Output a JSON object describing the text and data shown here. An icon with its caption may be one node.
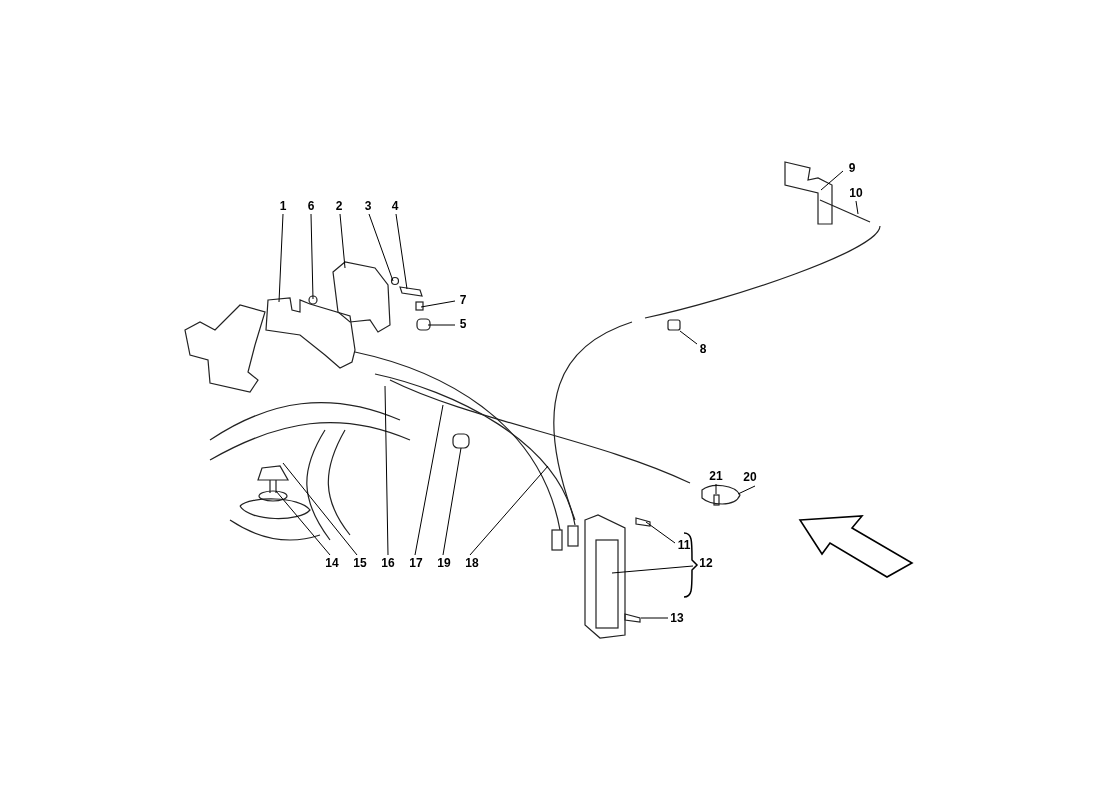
{
  "diagram": {
    "nodes": [
      {
        "text": [
          "9"
        ]
      },
      {
        "text": [
          "10"
        ]
      },
      {
        "text": [
          "1"
        ]
      },
      {
        "text": [
          "6"
        ]
      },
      {
        "text": [
          "2"
        ]
      },
      {
        "text": [
          "3"
        ]
      },
      {
        "text": [
          "4"
        ]
      },
      {
        "text": [
          "7"
        ]
      },
      {
        "text": [
          "5"
        ]
      },
      {
        "text": [
          "8"
        ]
      },
      {
        "text": [
          "21"
        ]
      },
      {
        "text": [
          "20"
        ]
      },
      {
        "text": [
          "11"
        ]
      },
      {
        "text": [
          "12"
        ]
      },
      {
        "text": [
          "14"
        ]
      },
      {
        "text": [
          "15"
        ]
      },
      {
        "text": [
          "16"
        ]
      },
      {
        "text": [
          "17"
        ]
      },
      {
        "text": [
          "19"
        ]
      },
      {
        "text": [
          "18"
        ]
      },
      {
        "text": [
          "13"
        ]
      }
    ],
    "edges": [
      {
        "from": 0,
        "to": null,
        "arrow": "none"
      },
      {
        "from": 1,
        "to": null,
        "arrow": "none"
      },
      {
        "from": 2,
        "to": null,
        "arrow": "none"
      },
      {
        "from": 3,
        "to": null,
        "arrow": "none"
      },
      {
        "from": 4,
        "to": null,
        "arrow": "none"
      },
      {
        "from": 5,
        "to": null,
        "arrow": "none"
      },
      {
        "from": 6,
        "to": null,
        "arrow": "none"
      },
      {
        "from": 7,
        "to": null,
        "arrow": "none"
      },
      {
        "from": 8,
        "to": null,
        "arrow": "none"
      },
      {
        "from": 9,
        "to": null,
        "arrow": "none"
      },
      {
        "from": 10,
        "to": null,
        "arrow": "none"
      },
      {
        "from": 11,
        "to": null,
        "arrow": "none"
      },
      {
        "from": 12,
        "to": null,
        "arrow": "none"
      },
      {
        "from": 13,
        "to": null,
        "arrow": "none"
      },
      {
        "from": 14,
        "to": null,
        "arrow": "none"
      },
      {
        "from": 15,
        "to": null,
        "arrow": "none"
      },
      {
        "from": 16,
        "to": null,
        "arrow": "none"
      },
      {
        "from": 17,
        "to": null,
        "arrow": "none"
      },
      {
        "from": 18,
        "to": null,
        "arrow": "none"
      },
      {
        "from": 19,
        "to": null,
        "arrow": "none"
      },
      {
        "from": 20,
        "to": null,
        "arrow": "none"
      }
    ]
  }
}
